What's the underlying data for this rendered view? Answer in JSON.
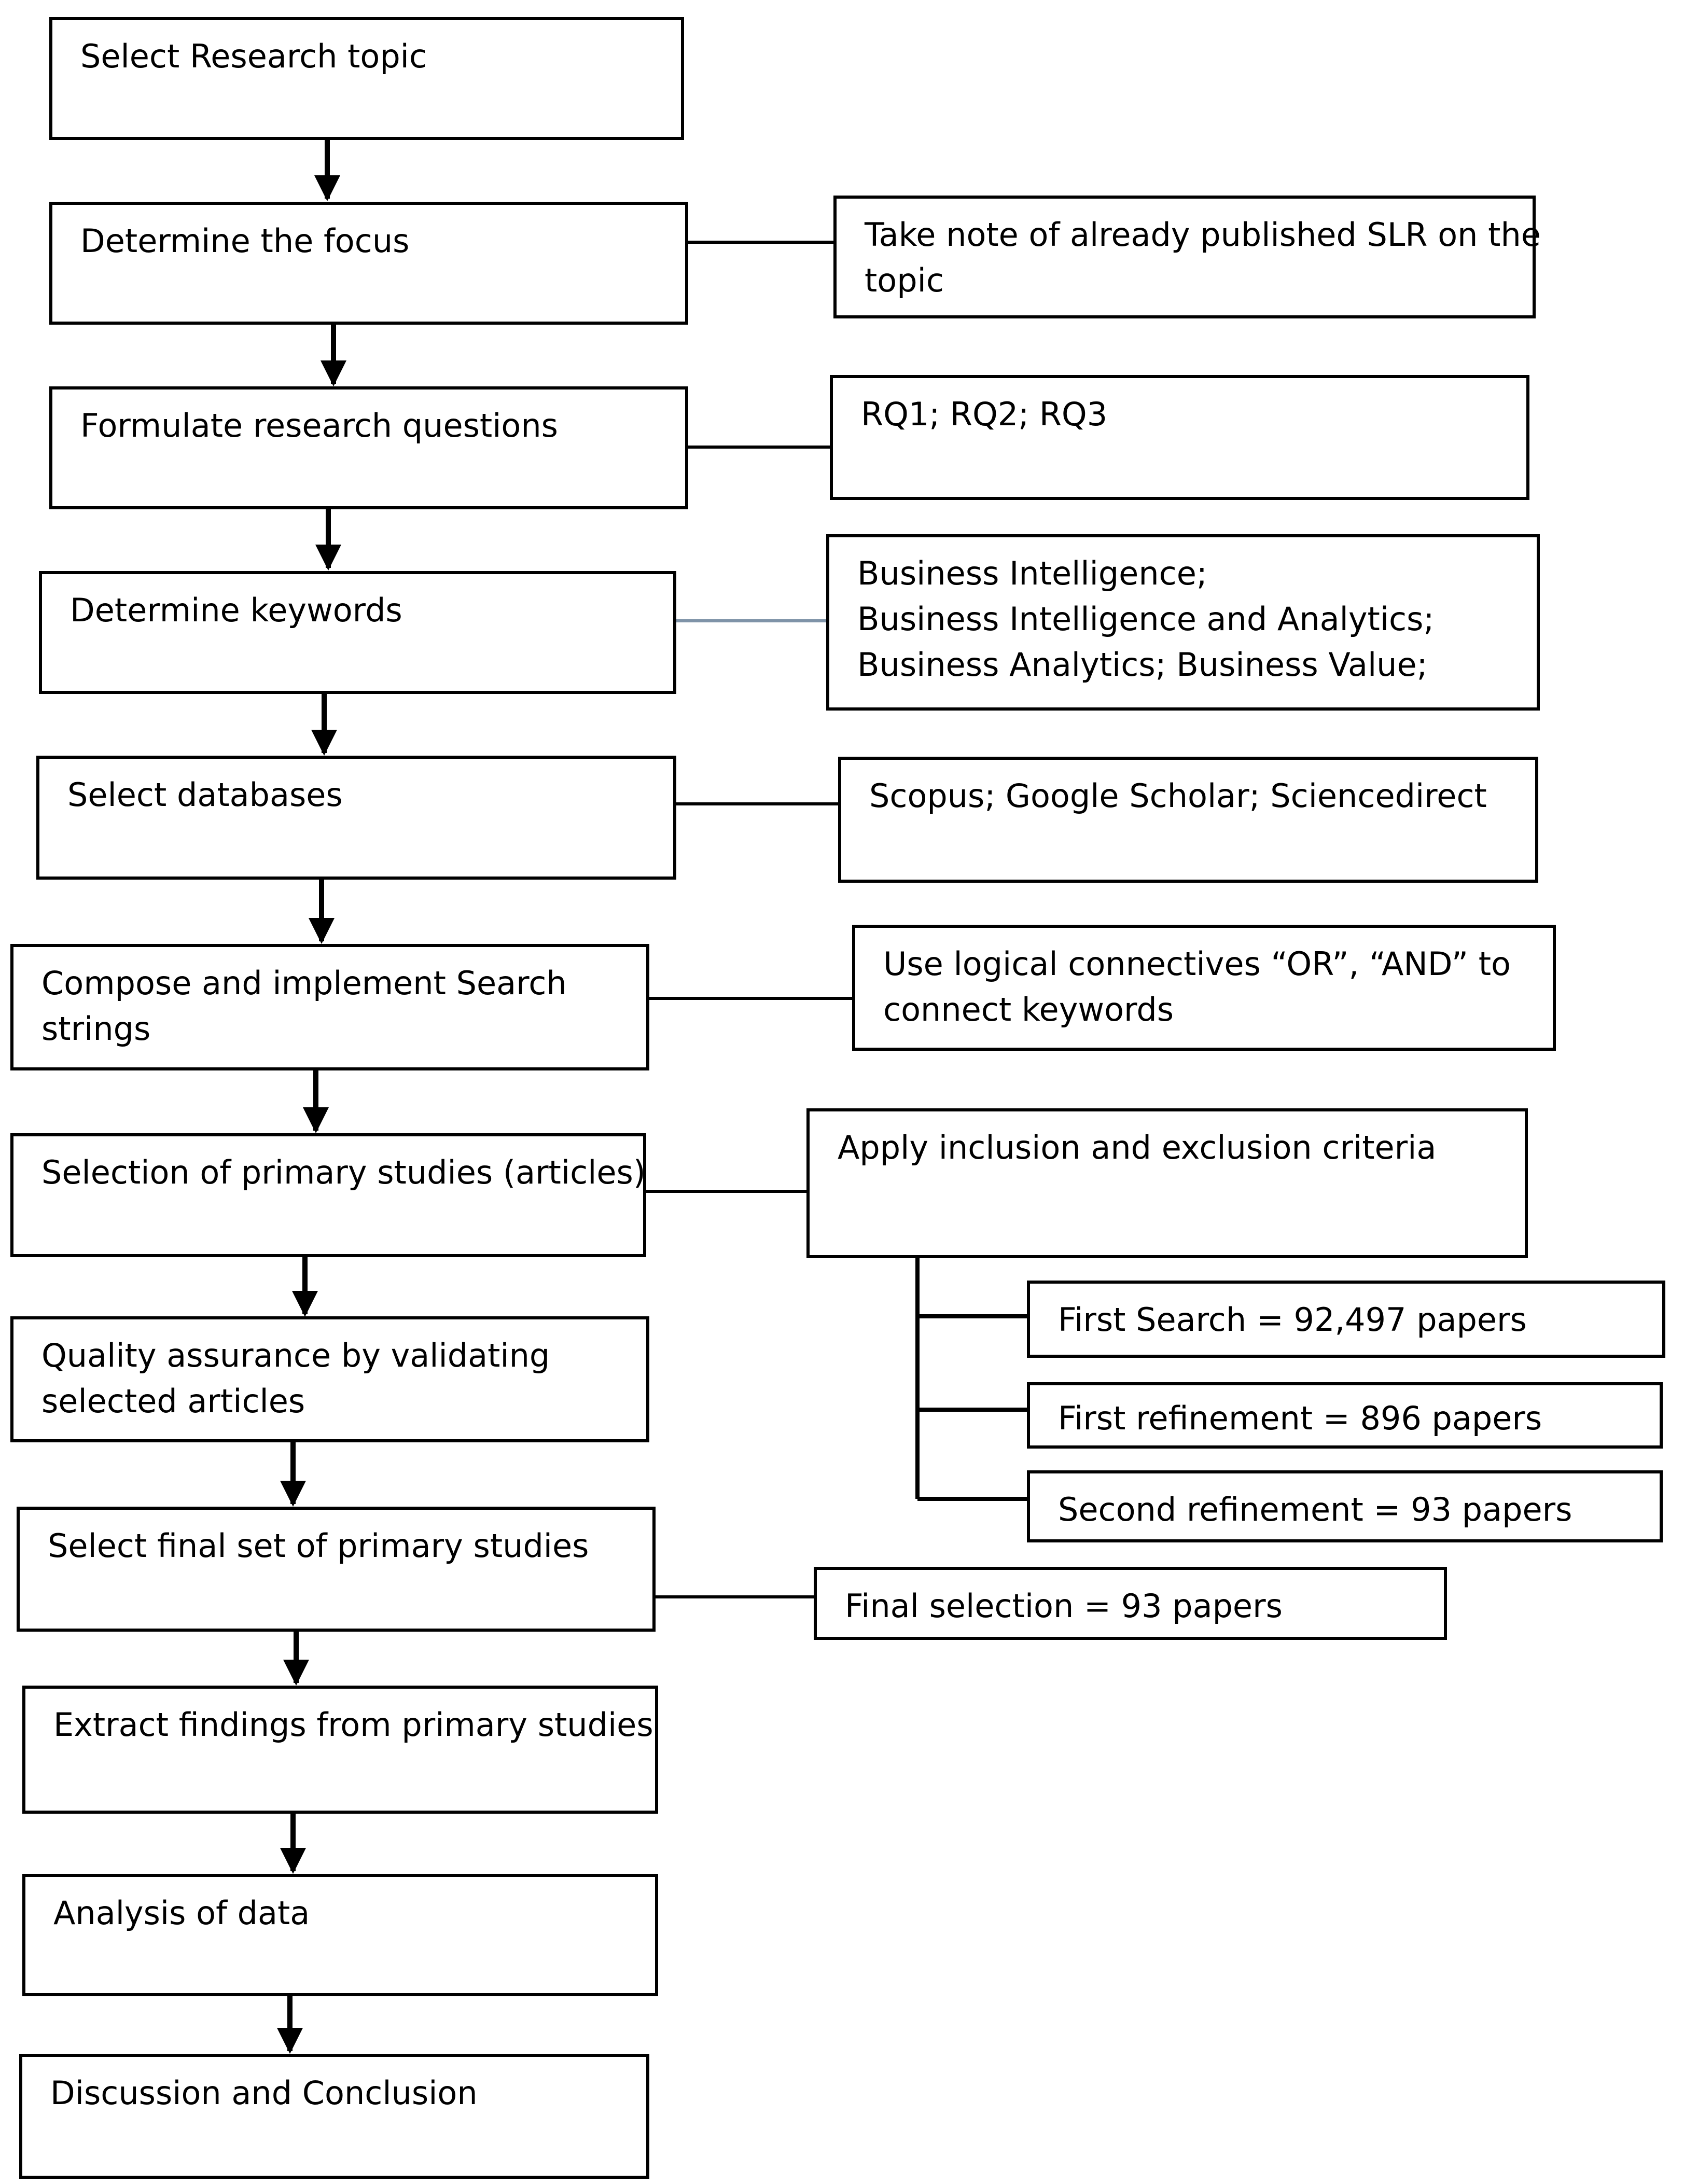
{
  "steps": [
    {
      "id": "s1",
      "text": "Select Research topic"
    },
    {
      "id": "s2",
      "text": "Determine the focus"
    },
    {
      "id": "s3",
      "text": "Formulate research questions"
    },
    {
      "id": "s4",
      "text": "Determine keywords"
    },
    {
      "id": "s5",
      "text": "Select databases"
    },
    {
      "id": "s6",
      "lines": [
        "Compose and implement Search",
        "strings"
      ]
    },
    {
      "id": "s7",
      "text": "Selection of primary studies (articles)"
    },
    {
      "id": "s8",
      "lines": [
        "Quality assurance by validating",
        "selected articles"
      ]
    },
    {
      "id": "s9",
      "text": "Select final set of primary studies"
    },
    {
      "id": "s10",
      "text": "Extract findings from primary studies"
    },
    {
      "id": "s11",
      "text": "Analysis of data"
    },
    {
      "id": "s12",
      "text": "Discussion and Conclusion"
    }
  ],
  "notes": {
    "n2": [
      "Take note of already published SLR on the",
      "topic"
    ],
    "n3": [
      "RQ1; RQ2; RQ3"
    ],
    "n4": [
      "Business Intelligence;",
      "Business Intelligence and Analytics;",
      "Business Analytics; Business Value;"
    ],
    "n5": [
      "Scopus; Google Scholar; Sciencedirect"
    ],
    "n6": [
      "Use logical connectives “OR”, “AND” to",
      "connect keywords"
    ],
    "n7": [
      "Apply inclusion and exclusion criteria"
    ],
    "n9": [
      "Final selection = 93 papers"
    ]
  },
  "refinements": [
    "First Search = 92,497 papers",
    "First refinement = 896 papers",
    "Second refinement = 93 papers"
  ],
  "colors": {
    "stroke": "#000000",
    "keyword_link": "#7f93a8"
  }
}
